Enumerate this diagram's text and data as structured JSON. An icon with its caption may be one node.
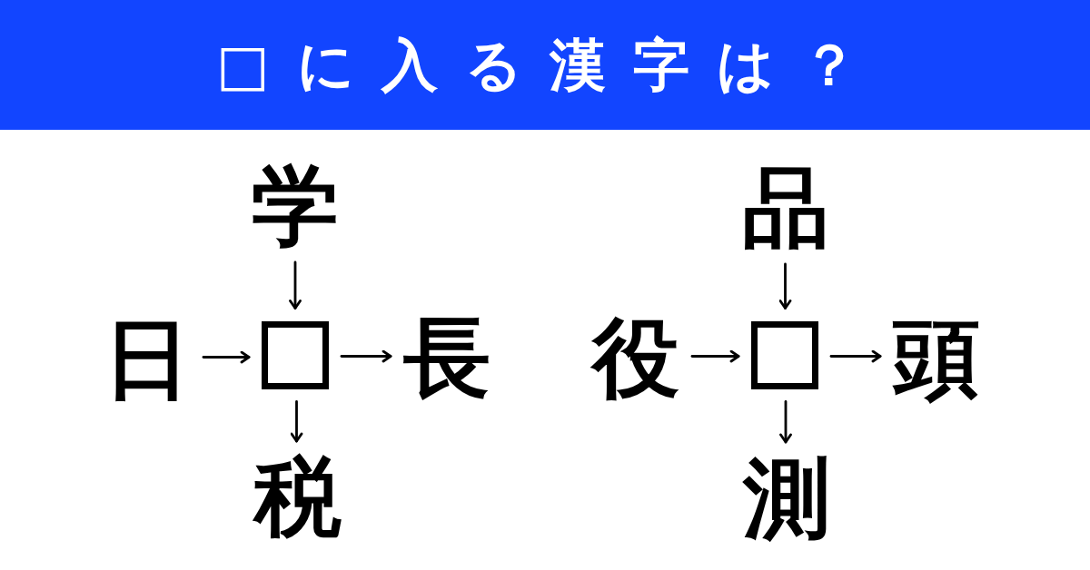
{
  "diagram": {
    "title": "□に入る漢字は？",
    "nodes": [
      {
        "text": [
          "学"
        ]
      },
      {
        "text": [
          "日"
        ]
      },
      {
        "text": [],
        "shape": "box"
      },
      {
        "text": [
          "長"
        ]
      },
      {
        "text": [
          "税"
        ]
      },
      {
        "text": [
          "品"
        ]
      },
      {
        "text": [
          "役"
        ]
      },
      {
        "text": [],
        "shape": "box"
      },
      {
        "text": [
          "頭"
        ]
      },
      {
        "text": [
          "測"
        ]
      }
    ],
    "edges": [
      {
        "from": 0,
        "to": 2,
        "arrow": "to"
      },
      {
        "from": 1,
        "to": 2,
        "arrow": "to"
      },
      {
        "from": 2,
        "to": 3,
        "arrow": "to"
      },
      {
        "from": 2,
        "to": 4,
        "arrow": "to"
      },
      {
        "from": 5,
        "to": 7,
        "arrow": "to"
      },
      {
        "from": 6,
        "to": 7,
        "arrow": "to"
      },
      {
        "from": 7,
        "to": 8,
        "arrow": "to"
      },
      {
        "from": 7,
        "to": 9,
        "arrow": "to"
      }
    ]
  }
}
